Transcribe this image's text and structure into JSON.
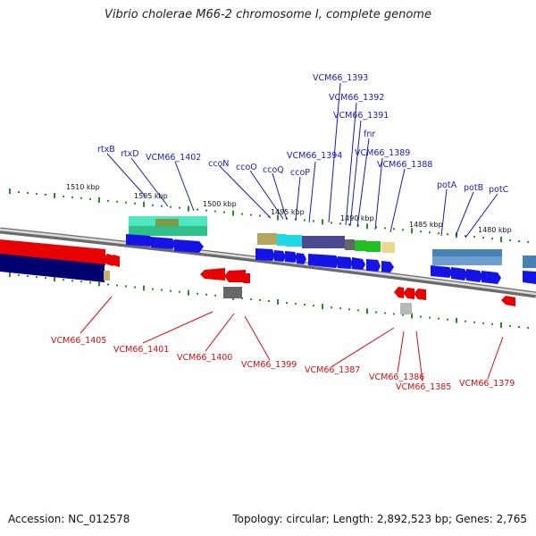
{
  "title": "Vibrio cholerae M66-2 chromosome I, complete genome",
  "footer": {
    "accession": "Accession: NC_012578",
    "stats": "Topology: circular; Length: 2,892,523 bp; Genes: 2,765"
  },
  "scale_labels": [
    "1510 kbp",
    "1505 kbp",
    "1500 kbp",
    "1495 kbp",
    "1490 kbp",
    "1485 kbp",
    "1480 kbp"
  ],
  "top_gene_labels": [
    "rtxB",
    "rtxD",
    "VCM66_1402",
    "ccoN",
    "ccoO",
    "ccoQ",
    "ccoP",
    "VCM66_1394",
    "VCM66_1393",
    "VCM66_1392",
    "VCM66_1391",
    "fnr",
    "VCM66_1389",
    "VCM66_1388",
    "potA",
    "potB",
    "potC"
  ],
  "bottom_gene_labels": [
    "VCM66_1405",
    "VCM66_1401",
    "VCM66_1400",
    "VCM66_1399",
    "VCM66_1387",
    "VCM66_1386",
    "VCM66_1385",
    "VCM66_1379"
  ],
  "colors": {
    "forward_label": "#1a1ab0",
    "reverse_label": "#cc1111",
    "forward_gene": "#1414e6",
    "reverse_gene": "#e60000",
    "scale_tick": "#2a8a2a",
    "backbone": "#888888"
  }
}
